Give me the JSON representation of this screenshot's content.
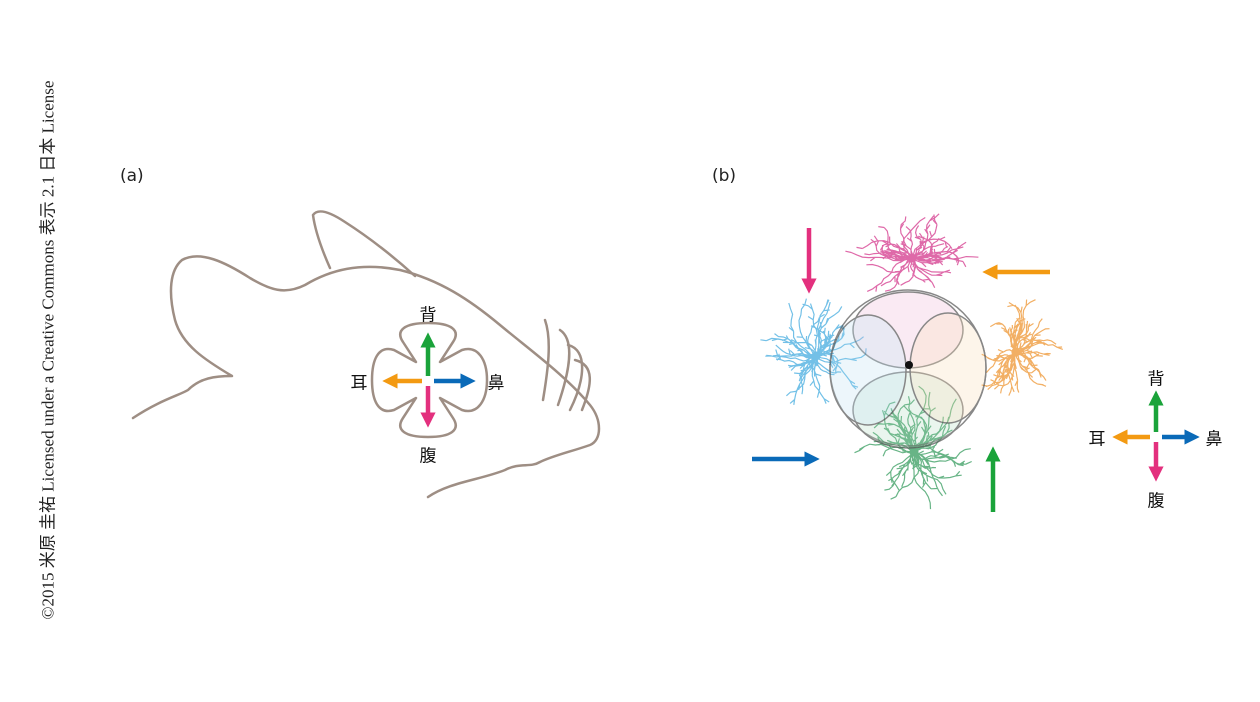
{
  "copyright": "©2015 米原 圭祐 Licensed under a Creative Commons 表示 2.1 日本 License",
  "panel_a": {
    "label": "(a)",
    "directions": {
      "dorsal": "背",
      "nasal": "鼻",
      "ventral": "腹",
      "temporal": "耳"
    }
  },
  "panel_b": {
    "label": "(b)",
    "directions": {
      "dorsal": "背",
      "nasal": "鼻",
      "ventral": "腹",
      "temporal": "耳"
    }
  },
  "colors": {
    "dorsal": "#1aa33a",
    "nasal": "#0a6ab8",
    "ventral": "#e3307e",
    "temporal": "#f39a12",
    "outline": "#9e8e84",
    "cell_dorsal": "#d94f9a",
    "cell_temporal": "#f0a24a",
    "cell_ventral": "#4ea872",
    "cell_nasal": "#5bb6e3"
  }
}
